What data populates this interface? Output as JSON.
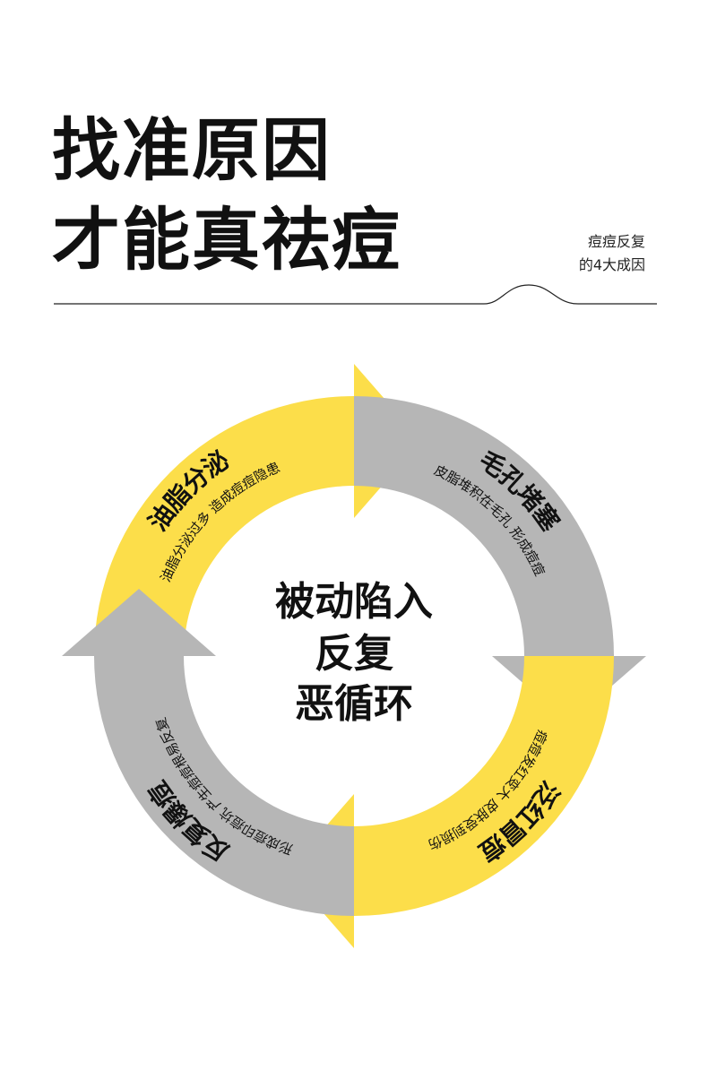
{
  "header": {
    "title_line1": "找准原因",
    "title_line2": "才能真祛痘",
    "side_line1": "痘痘反复",
    "side_line2": "的4大成因"
  },
  "cycle": {
    "center_lines": [
      "被动陷入",
      "反复",
      "恶循环"
    ],
    "colors": {
      "yellow": "#FCDE4A",
      "gray": "#B6B6B6"
    },
    "stages": [
      {
        "title": "油脂分泌",
        "desc": "油脂分泌过多 造成痘痘隐患",
        "color": "yellow"
      },
      {
        "title": "毛孔堵塞",
        "desc": "皮脂堆积在毛孔 形成痘痘",
        "color": "gray"
      },
      {
        "title": "泛红冒痘",
        "desc": "痘痘发红变大 皮肤受到损伤",
        "color": "yellow"
      },
      {
        "title": "反复爆痘",
        "desc": "形成痘印痘坑 产生痘痘根易反复",
        "color": "gray"
      }
    ]
  }
}
